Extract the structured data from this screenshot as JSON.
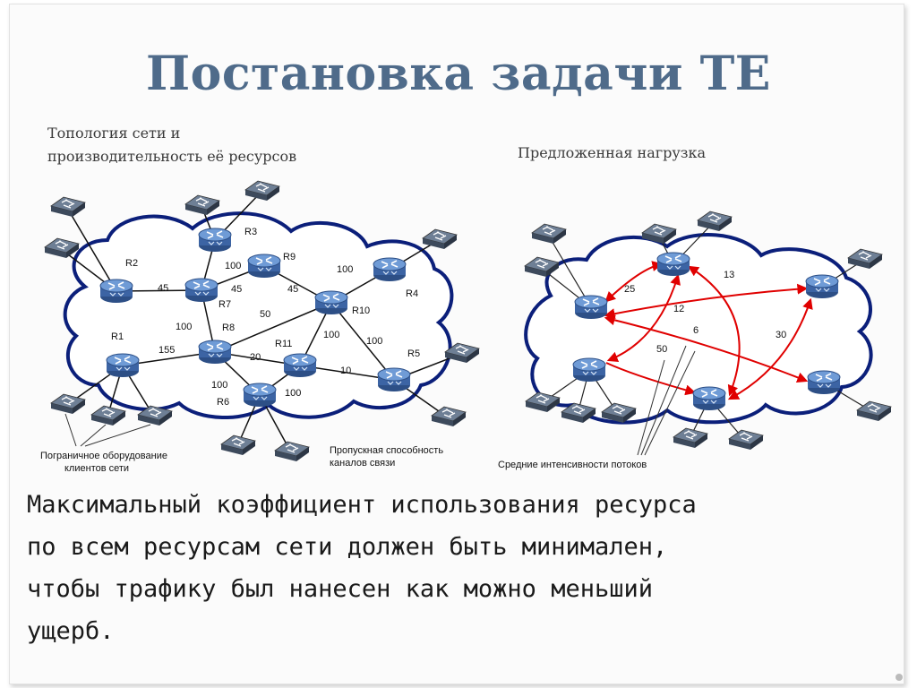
{
  "title": "Постановка задачи TE",
  "caption_left": [
    "Топология сети и",
    "производительность её ресурсов"
  ],
  "caption_right": "Предложенная нагрузка",
  "left_diagram": {
    "routers": [
      {
        "id": "R1",
        "label": "R1"
      },
      {
        "id": "R2",
        "label": "R2"
      },
      {
        "id": "R3",
        "label": "R3"
      },
      {
        "id": "R4",
        "label": "R4"
      },
      {
        "id": "R5",
        "label": "R5"
      },
      {
        "id": "R6",
        "label": "R6"
      },
      {
        "id": "R7",
        "label": "R7"
      },
      {
        "id": "R8",
        "label": "R8"
      },
      {
        "id": "R9",
        "label": "R9"
      },
      {
        "id": "R10",
        "label": "R10"
      },
      {
        "id": "R11",
        "label": "R11"
      }
    ],
    "links": [
      {
        "from": "R2",
        "to": "R7",
        "capacity": "45"
      },
      {
        "from": "R3",
        "to": "R7",
        "capacity": "100"
      },
      {
        "from": "R9",
        "to": "R7",
        "capacity": "45"
      },
      {
        "from": "R9",
        "to": "R10",
        "capacity": "45"
      },
      {
        "from": "R10",
        "to": "R4",
        "capacity": "100"
      },
      {
        "from": "R7",
        "to": "R8",
        "capacity": "100"
      },
      {
        "from": "R8",
        "to": "R10",
        "capacity": "50"
      },
      {
        "from": "R1",
        "to": "R8",
        "capacity": "155"
      },
      {
        "from": "R8",
        "to": "R11",
        "capacity": "20"
      },
      {
        "from": "R11",
        "to": "R10",
        "capacity": "100"
      },
      {
        "from": "R10",
        "to": "R5",
        "capacity": "100"
      },
      {
        "from": "R11",
        "to": "R5",
        "capacity": "10"
      },
      {
        "from": "R8",
        "to": "R6",
        "capacity": "100"
      },
      {
        "from": "R11",
        "to": "R6",
        "capacity": "100"
      }
    ],
    "note_edge_equipment": [
      "Пограничное оборудование",
      "клиентов сети"
    ],
    "note_capacity": [
      "Пропускная способность",
      "каналов связи"
    ]
  },
  "right_diagram": {
    "flows": [
      "25",
      "13",
      "12",
      "6",
      "30",
      "50"
    ],
    "note_flows": "Средние интенсивности потоков"
  },
  "body_lines": [
    "Максимальный коэффициент использования ресурса",
    "по всем ресурсам сети должен быть минимален,",
    "чтобы трафику был нанесен как можно меньший",
    "ущерб."
  ],
  "colors": {
    "title": "#4f6b8a",
    "cloud_outline": "#0b1f7a",
    "router": "#4a78b5",
    "flow_arrow": "#e00000"
  }
}
